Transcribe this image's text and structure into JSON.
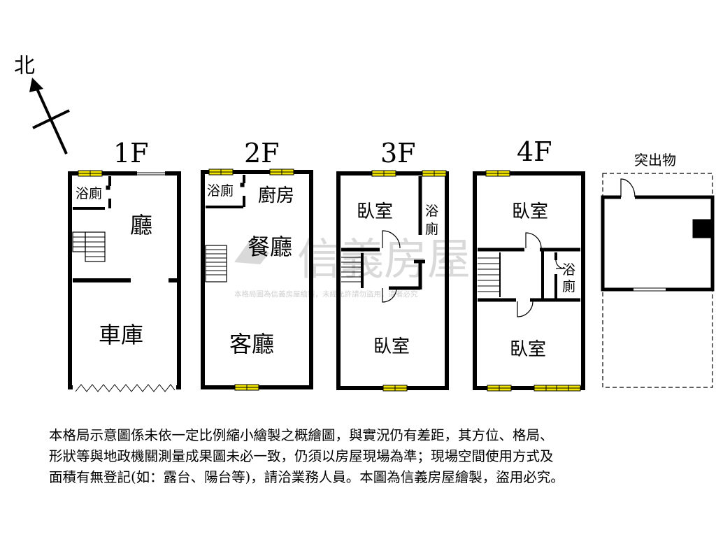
{
  "compass": {
    "label": "北"
  },
  "floors": [
    {
      "id": "1f",
      "label": "1F",
      "rooms": [
        "浴廁",
        "廳",
        "車庫"
      ]
    },
    {
      "id": "2f",
      "label": "2F",
      "rooms": [
        "浴廁",
        "廚房",
        "餐廳",
        "客廳"
      ]
    },
    {
      "id": "3f",
      "label": "3F",
      "rooms": [
        "臥室",
        "浴",
        "廁",
        "臥室"
      ]
    },
    {
      "id": "4f",
      "label": "4F",
      "rooms": [
        "臥室",
        "浴",
        "廁",
        "臥室"
      ]
    },
    {
      "id": "protrusion",
      "label": "突出物",
      "rooms": []
    }
  ],
  "watermark": {
    "brand": "信義房屋",
    "subtext": "本格局圖為信義房屋繪製，未經允許請勿盜用，違者必究"
  },
  "disclaimer": [
    "本格局示意圖係未依一定比例縮小繪製之概繪圖，與實況仍有差距，其方位、格局、",
    "形狀等與地政機關測量成果圖未必一致，仍須以房屋現場為準；現場空間使用方式及",
    "面積有無登記(如：露台、陽台等)，請洽業務人員。本圖為信義房屋繪製，盜用必究。"
  ],
  "colors": {
    "wall": "#000000",
    "window": "#f2e600",
    "watermark": "#d9d9d9"
  }
}
